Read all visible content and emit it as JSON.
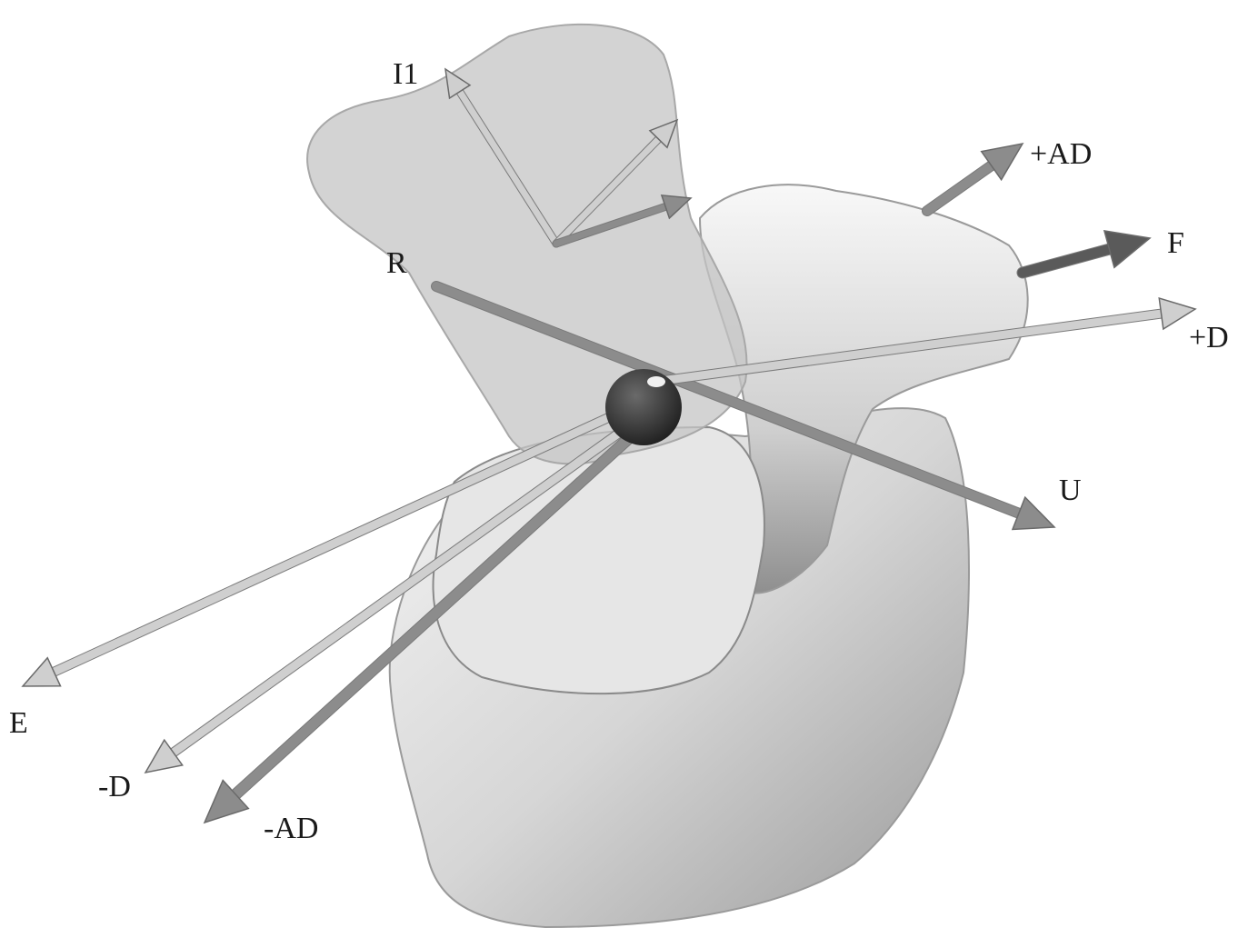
{
  "labels": {
    "i1": "I1",
    "r": "R",
    "plus_ad": "+AD",
    "f": "F",
    "plus_d": "+D",
    "u": "U",
    "e": "E",
    "minus_d": "-D",
    "minus_ad": "-AD"
  },
  "colors": {
    "background": "#ffffff",
    "translucent_bone": "#bdbdbd",
    "solid_bone": "#d9d9d9",
    "light_arrow": "#cfcfcf",
    "medium_arrow": "#8c8c8c",
    "dark_arrow": "#5a5a5a",
    "center_sphere": "#3a3a3a",
    "label_text": "#1a1a1a"
  }
}
